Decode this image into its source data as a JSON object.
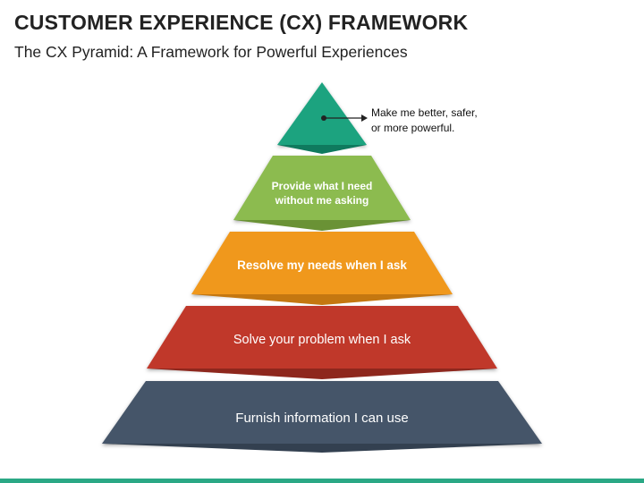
{
  "header": {
    "title": "CUSTOMER EXPERIENCE (CX) FRAMEWORK",
    "subtitle": "The CX Pyramid: A Framework for Powerful Experiences"
  },
  "pyramid": {
    "levels": [
      {
        "label": "Make me better, safer, or more powerful.",
        "color": "#1aa37f"
      },
      {
        "label": "Provide what I need without me asking",
        "color": "#8cbb4f"
      },
      {
        "label": "Resolve my needs when I ask",
        "color": "#f0981e"
      },
      {
        "label": "Solve your problem when I ask",
        "color": "#c0392b"
      },
      {
        "label": "Furnish information I can use",
        "color": "#455469"
      }
    ]
  },
  "callout": {
    "line1": "Make me better, safer,",
    "line2": "or more powerful."
  },
  "colors": {
    "accent_bar": "#2aa885"
  }
}
